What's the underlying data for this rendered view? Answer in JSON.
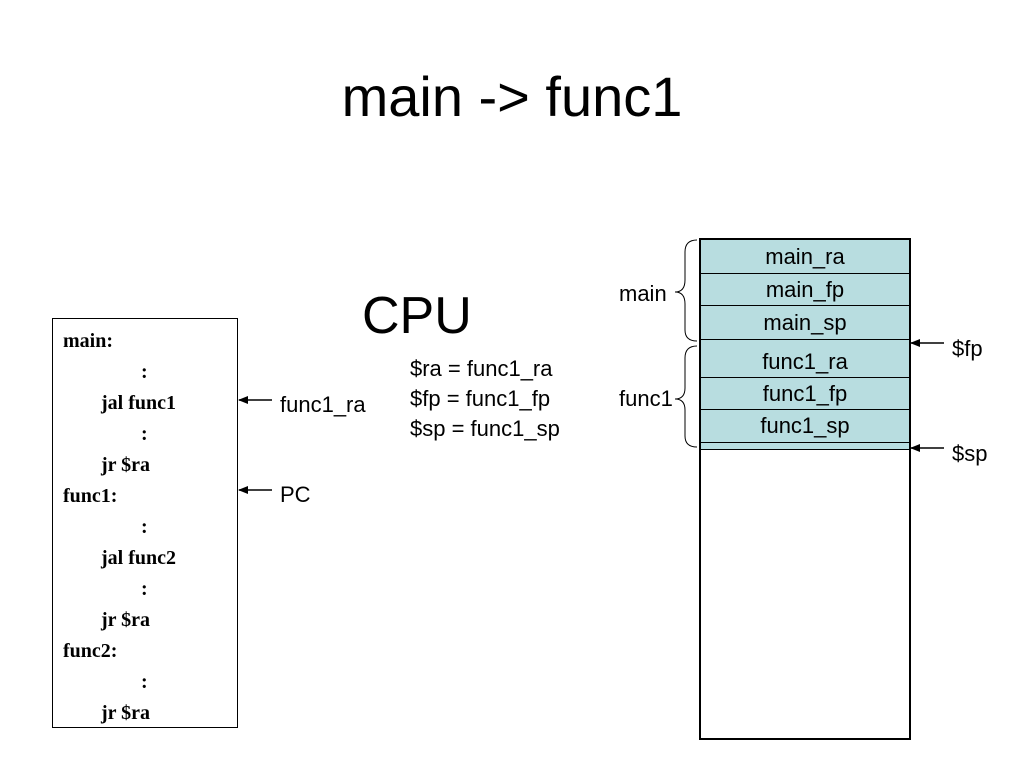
{
  "slide": {
    "title": "main -> func1",
    "cpu_label": "CPU",
    "registers": [
      "$ra = func1_ra",
      "$fp = func1_fp",
      "$sp = func1_sp"
    ]
  },
  "code": {
    "lines": [
      "main:",
      ":",
      "jal func1",
      ":",
      "jr $ra",
      "func1:",
      ":",
      "jal func2",
      ":",
      "jr $ra",
      "func2:",
      ":",
      "jr $ra"
    ]
  },
  "code_pointers": {
    "return_address": "func1_ra",
    "program_counter": "PC"
  },
  "stack": {
    "frames": [
      {
        "name": "main",
        "cells": [
          "main_ra",
          "main_fp",
          "main_sp"
        ]
      },
      {
        "name": "func1",
        "cells": [
          "func1_ra",
          "func1_fp",
          "func1_sp"
        ]
      }
    ],
    "fp_label": "$fp",
    "sp_label": "$sp",
    "fill_color": "#b8dde0"
  }
}
